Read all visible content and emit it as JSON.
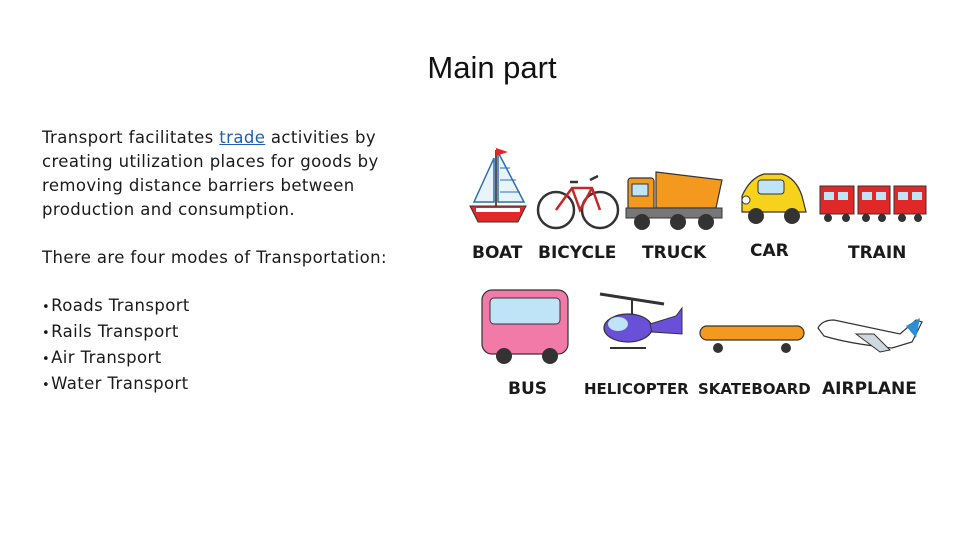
{
  "slide": {
    "title": "Main part",
    "intro_before_link": "Transport facilitates ",
    "intro_link": "trade",
    "intro_after_link": " activities by creating utilization places for goods by removing distance barriers between production and consumption.",
    "modes_intro": "There are four modes of Transportation:",
    "modes": [
      "Roads Transport",
      "Rails Transport",
      "Air Transport",
      "Water Transport"
    ]
  },
  "illustration": {
    "labels": [
      "BOAT",
      "BICYCLE",
      "TRUCK",
      "CAR",
      "TRAIN",
      "BUS",
      "HELICOPTER",
      "SKATEBOARD",
      "AIRPLANE"
    ],
    "colors": {
      "red": "#e02828",
      "yellow": "#f7d21a",
      "orange": "#f39a1e",
      "pink": "#f27aa8",
      "purple": "#6a4fd8",
      "blue": "#2a8fd6"
    }
  }
}
